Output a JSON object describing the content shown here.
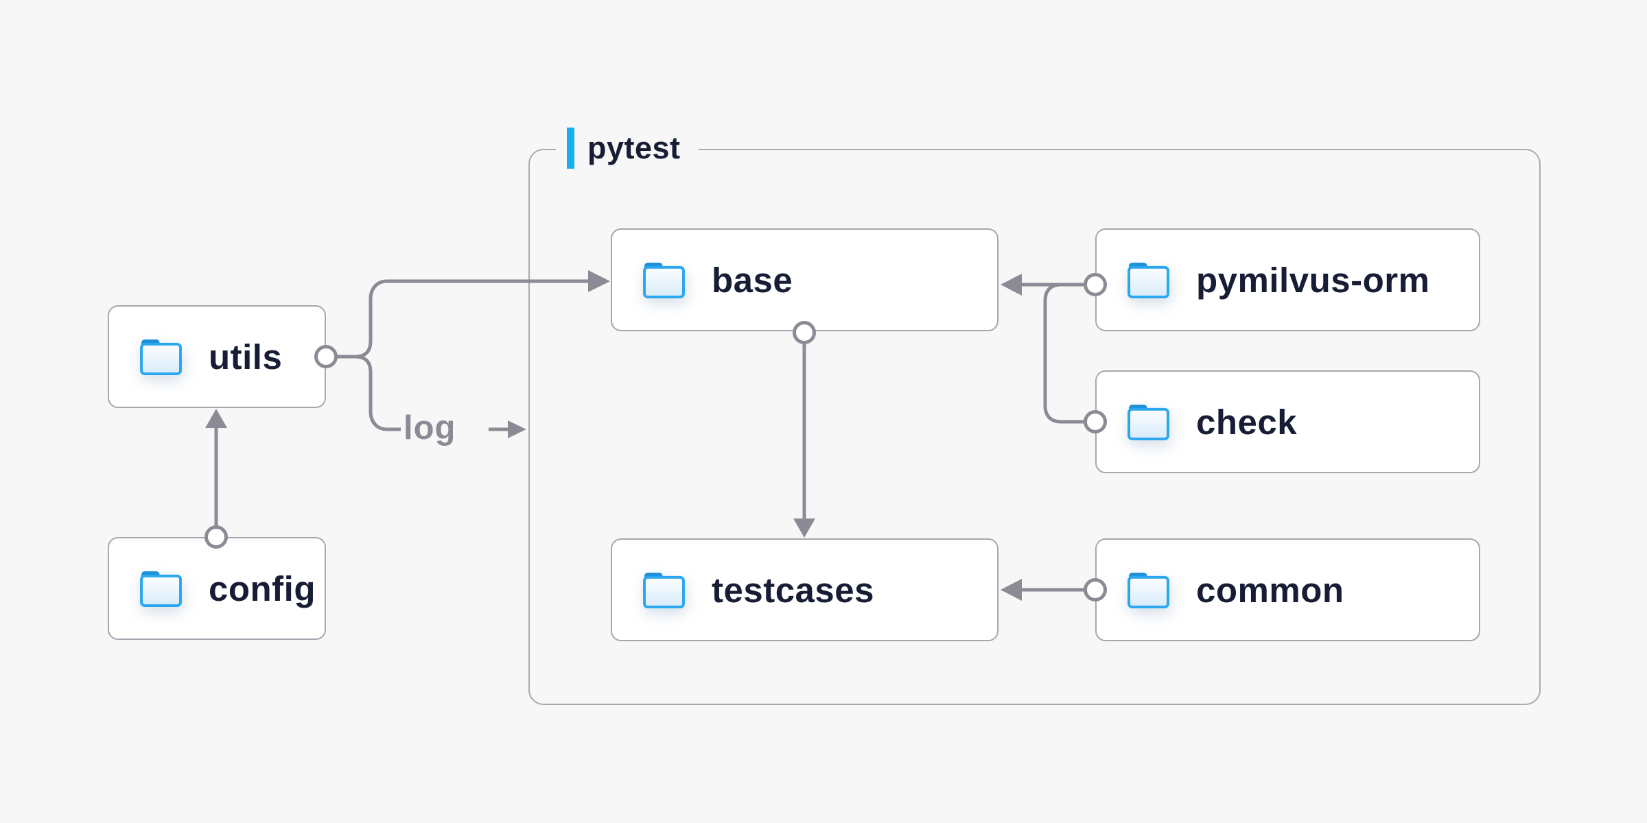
{
  "diagram": {
    "group": {
      "label": "pytest"
    },
    "nodes": {
      "utils": {
        "label": "utils",
        "icon": "folder-icon"
      },
      "config": {
        "label": "config",
        "icon": "folder-icon"
      },
      "base": {
        "label": "base",
        "icon": "folder-icon"
      },
      "pymilvus": {
        "label": "pymilvus-orm",
        "icon": "folder-icon"
      },
      "check": {
        "label": "check",
        "icon": "folder-icon"
      },
      "testcases": {
        "label": "testcases",
        "icon": "folder-icon"
      },
      "common": {
        "label": "common",
        "icon": "folder-icon"
      }
    },
    "edges": {
      "log_label": "log",
      "connections": [
        "config -> utils",
        "utils -> base",
        "utils -> log -> pytest",
        "pymilvus-orm -> base",
        "check -> base",
        "base -> testcases",
        "common -> testcases"
      ]
    },
    "colors": {
      "background": "#f7f7f8",
      "node_fill": "#ffffff",
      "node_border": "#a6a6b0",
      "group_border": "#a9a9b4",
      "connector": "#8b8b95",
      "accent_blue": "#17b1f2",
      "text_navy": "#161d35",
      "edge_label_gray": "#8b8b95",
      "folder_stroke": "#2aa7ee",
      "folder_tab": "#1d90da"
    }
  }
}
